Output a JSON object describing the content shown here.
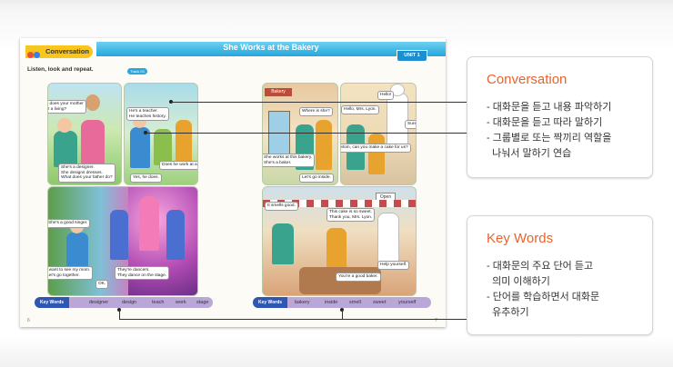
{
  "book": {
    "title": "She Works at the Bakery",
    "section_tag": "Conversation",
    "unit": "UNIT 1",
    "instruction": "Listen, look and repeat.",
    "track": "Track 03",
    "left_page_number": "6",
    "right_page_number": "7",
    "bubbles": {
      "p1_a": "What does your mother\ndo for a living?",
      "p1_b": "She's a designer.\nShe designs dresses.\nWhat does your father do?",
      "p2_a": "He's a teacher.\nHe teaches history.",
      "p2_b": "Does he work at a school?",
      "p2_c": "Yes, he does.",
      "p3_a": "She's a good singer.",
      "p3_b": "I want to see my mom.\nLet's go together.",
      "p3_c": "OK.",
      "p3_d": "They're dancers.\nThey dance on the stage.",
      "p4_a": "Where is she?",
      "p4_b": "She works at this bakery.\nShe's a baker.",
      "p4_c": "Let's go inside.",
      "p5_a": "Hello!",
      "p5_b": "Hello, Mrs. Lyon.",
      "p5_c": "Sure.",
      "p5_d": "Mom, can you make a cake for us?",
      "p6_a": "It smells good.",
      "p6_b": "This cake is so sweet.\nThank you, Mrs. Lyon.",
      "p6_c": "Help yourself.",
      "p6_d": "You're a good baker."
    },
    "sign_bakery": "Bakery",
    "sign_open": "Open",
    "keywords_left": {
      "label": "Key Words",
      "words": [
        "designer",
        "design",
        "teach",
        "work",
        "stage"
      ]
    },
    "keywords_right": {
      "label": "Key Words",
      "words": [
        "bakery",
        "inside",
        "smell",
        "sweet",
        "yourself"
      ]
    }
  },
  "cards": {
    "conversation": {
      "title": "Conversation",
      "lines": [
        "- 대화문을 듣고 내용 파악하기",
        "- 대화문을 듣고 따라 말하기",
        "- 그룹별로 또는 짝끼리 역할을",
        "  나눠서 말하기 연습"
      ]
    },
    "keywords": {
      "title": "Key Words",
      "lines": [
        "- 대화문의 주요 단어 듣고",
        "  의미 이해하기",
        "- 단어를 학습하면서 대화문",
        "  유추하기"
      ]
    }
  }
}
